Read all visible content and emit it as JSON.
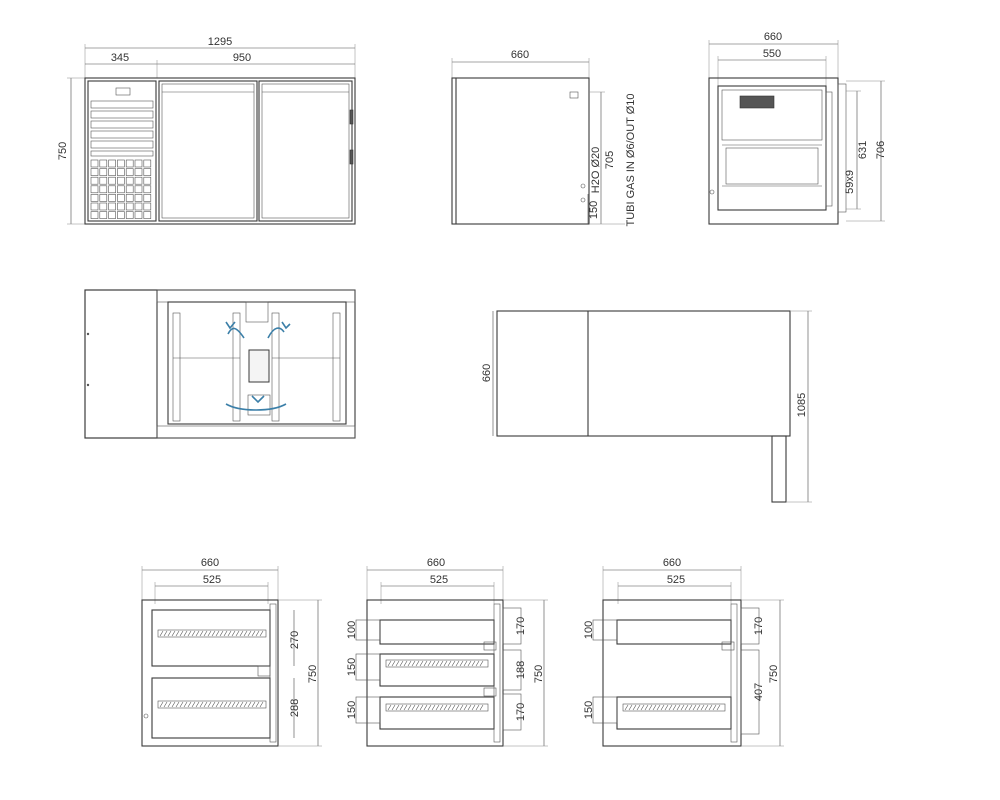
{
  "front": {
    "total_width": "1295",
    "left_width": "345",
    "right_width": "950",
    "height": "750"
  },
  "side": {
    "depth": "660",
    "height_705": "705",
    "h2o": "H2O Ø20",
    "gas": "TUBI GAS IN Ø6/OUT Ø10",
    "bottom": "150"
  },
  "back": {
    "outer": "660",
    "inner": "550",
    "dim_631": "631",
    "dim_706": "706",
    "grille": "59x9"
  },
  "plan": {
    "depth": "660",
    "extended": "1085"
  },
  "sec1": {
    "outer": "660",
    "inner": "525",
    "drawer_top": "270",
    "drawer_bottom": "288",
    "total": "750"
  },
  "sec2": {
    "outer": "660",
    "inner": "525",
    "top_left": "100",
    "mid_left": "150",
    "bot_left": "150",
    "top_right": "170",
    "mid_right": "188",
    "bot_right": "170",
    "total": "750"
  },
  "sec3": {
    "outer": "660",
    "inner": "525",
    "top_left": "100",
    "bot_left": "150",
    "top_right": "170",
    "bot_right": "407",
    "total": "750"
  }
}
